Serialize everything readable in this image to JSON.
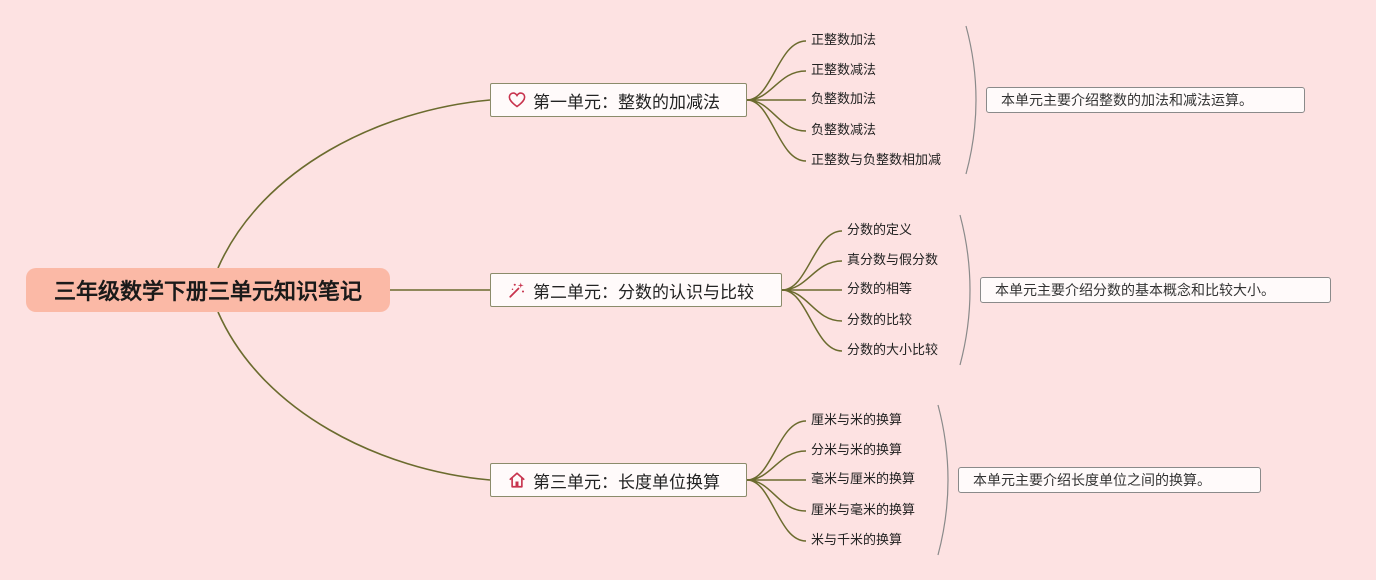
{
  "root": {
    "title": "三年级数学下册三单元知识笔记"
  },
  "units": [
    {
      "title": "第一单元：整数的加减法",
      "icon": "heart-icon",
      "topics": [
        "正整数加法",
        "正整数减法",
        "负整数加法",
        "负整数减法",
        "正整数与负整数相加减"
      ],
      "summary": "本单元主要介绍整数的加法和减法运算。"
    },
    {
      "title": "第二单元：分数的认识与比较",
      "icon": "magic-wand-icon",
      "topics": [
        "分数的定义",
        "真分数与假分数",
        "分数的相等",
        "分数的比较",
        "分数的大小比较"
      ],
      "summary": "本单元主要介绍分数的基本概念和比较大小。"
    },
    {
      "title": "第三单元：长度单位换算",
      "icon": "house-icon",
      "topics": [
        "厘米与米的换算",
        "分米与米的换算",
        "毫米与厘米的换算",
        "厘米与毫米的换算",
        "米与千米的换算"
      ],
      "summary": "本单元主要介绍长度单位之间的换算。"
    }
  ],
  "colors": {
    "background": "#fde2e2",
    "branch": "#6b6b2e",
    "root_fill": "#fbb9a6",
    "icon": "#c8344e"
  }
}
